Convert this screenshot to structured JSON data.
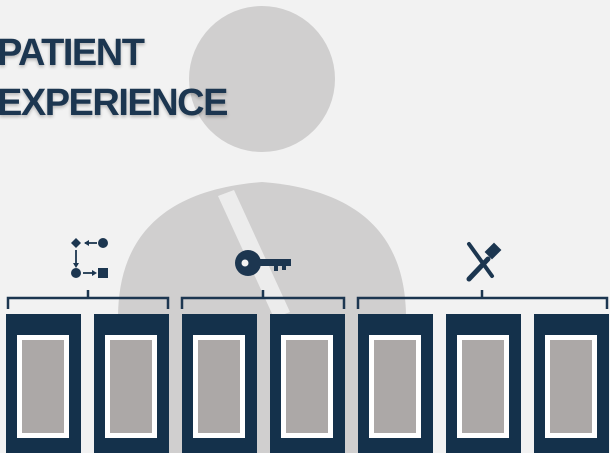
{
  "title": {
    "line1": "PATIENT",
    "line2": "EXPERIENCE"
  },
  "colors": {
    "background": "#f2f2f2",
    "silhouette": "#d0cfcf",
    "navy": "#14314b",
    "title": "#1c3650",
    "slot_fill": "#aca8a7",
    "slot_border": "#ffffff",
    "bracket": "#1c3650"
  },
  "groups": [
    {
      "icon": "workflow-icon",
      "cards": 2
    },
    {
      "icon": "key-icon",
      "cards": 2
    },
    {
      "icon": "tools-icon",
      "cards": 3
    }
  ]
}
